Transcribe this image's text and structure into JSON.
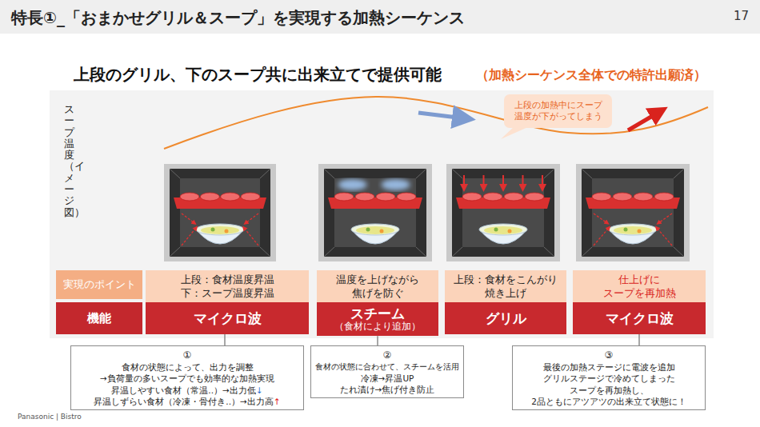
{
  "diagram": {
    "title": "特長①_「おまかせグリル＆スープ」を実現する加熱シーケンス",
    "nodes": [
      {
        "text": [
          "上段の加熱中にスープ",
          "温度が下がってしまう"
        ]
      },
      {
        "text": [
          "実現のポイント"
        ]
      },
      {
        "text": [
          "上段：食材温度昇温",
          "下：スープ温度昇温"
        ]
      },
      {
        "text": [
          "温度を上げながら",
          "焦げを防ぐ"
        ]
      },
      {
        "text": [
          "上段：食材をこんがり",
          "焼き上げ"
        ]
      },
      {
        "text": [
          "仕上げに",
          "スープを再加熱"
        ]
      },
      {
        "text": [
          "機能"
        ]
      },
      {
        "text": [
          "マイクロ波"
        ]
      },
      {
        "text": [
          "スチーム",
          "（食材により追加）"
        ]
      },
      {
        "text": [
          "グリル"
        ]
      },
      {
        "text": [
          "マイクロ波"
        ]
      },
      {
        "text": [
          "①",
          "食材の状態によって、出力を調整",
          "→負荷量の多いスープでも効率的な加熱実現",
          "昇温しやすい食材（常温..）→出力低↓",
          "昇温しずらい食材（冷凍・骨付き..）→出力高↑"
        ]
      },
      {
        "text": [
          "②",
          "食材の状態に合わせて、スチームを活用",
          "冷凍→昇温UP",
          "たれ漬け→焦げ付き防止"
        ]
      },
      {
        "text": [
          "③",
          "最後の加熱ステージに電波を追加",
          "グリルステージで冷めてしまった",
          "スープを再加熱し、",
          "2品ともにアツアツの出来立て状態に！"
        ]
      }
    ],
    "edges": [
      {
        "from": 7,
        "to": 11,
        "arrow": "none"
      },
      {
        "from": 8,
        "to": 12,
        "arrow": "none"
      },
      {
        "from": 10,
        "to": 13,
        "arrow": "none"
      }
    ],
    "labels": [
      "17",
      "上段のグリル、下のスープ共に出来立てで提供可能",
      "（加熱シーケンス全体での特許出願済）",
      "スープ温度（イメージ図）",
      "Panasonic | Bistro"
    ]
  }
}
